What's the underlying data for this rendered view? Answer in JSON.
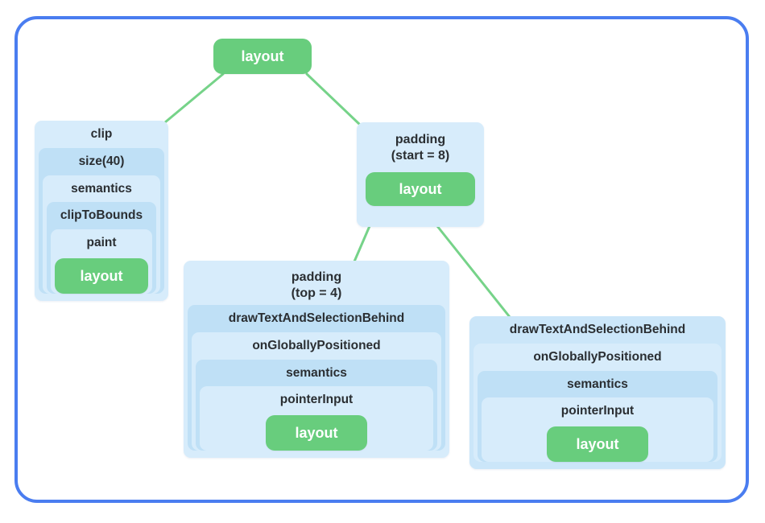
{
  "palette": {
    "frame_border_blue": "#4a7df0",
    "box_light_blue": "#d7ecfb",
    "box_medium_blue": "#bfe0f6",
    "box_medium_light_blue": "#cbe6f9",
    "node_green": "#68cd7d",
    "edge_green": "#76d389",
    "label_text": "#2a2e32",
    "leaf_text": "#ffffff"
  },
  "nodes": {
    "root": {
      "label": "layout"
    },
    "clip": {
      "title": "clip",
      "levels": [
        "size(40)",
        "semantics",
        "clipToBounds",
        "paint"
      ],
      "leaf": "layout"
    },
    "padding_start": {
      "title": "padding",
      "subtitle": "(start = 8)",
      "leaf": "layout"
    },
    "padding_top": {
      "title": "padding",
      "subtitle": "(top = 4)",
      "levels": [
        "drawTextAndSelectionBehind",
        "onGloballyPositioned",
        "semantics",
        "pointerInput"
      ],
      "leaf": "layout"
    },
    "draw_text": {
      "title": "drawTextAndSelectionBehind",
      "levels": [
        "onGloballyPositioned",
        "semantics",
        "pointerInput"
      ],
      "leaf": "layout"
    }
  }
}
